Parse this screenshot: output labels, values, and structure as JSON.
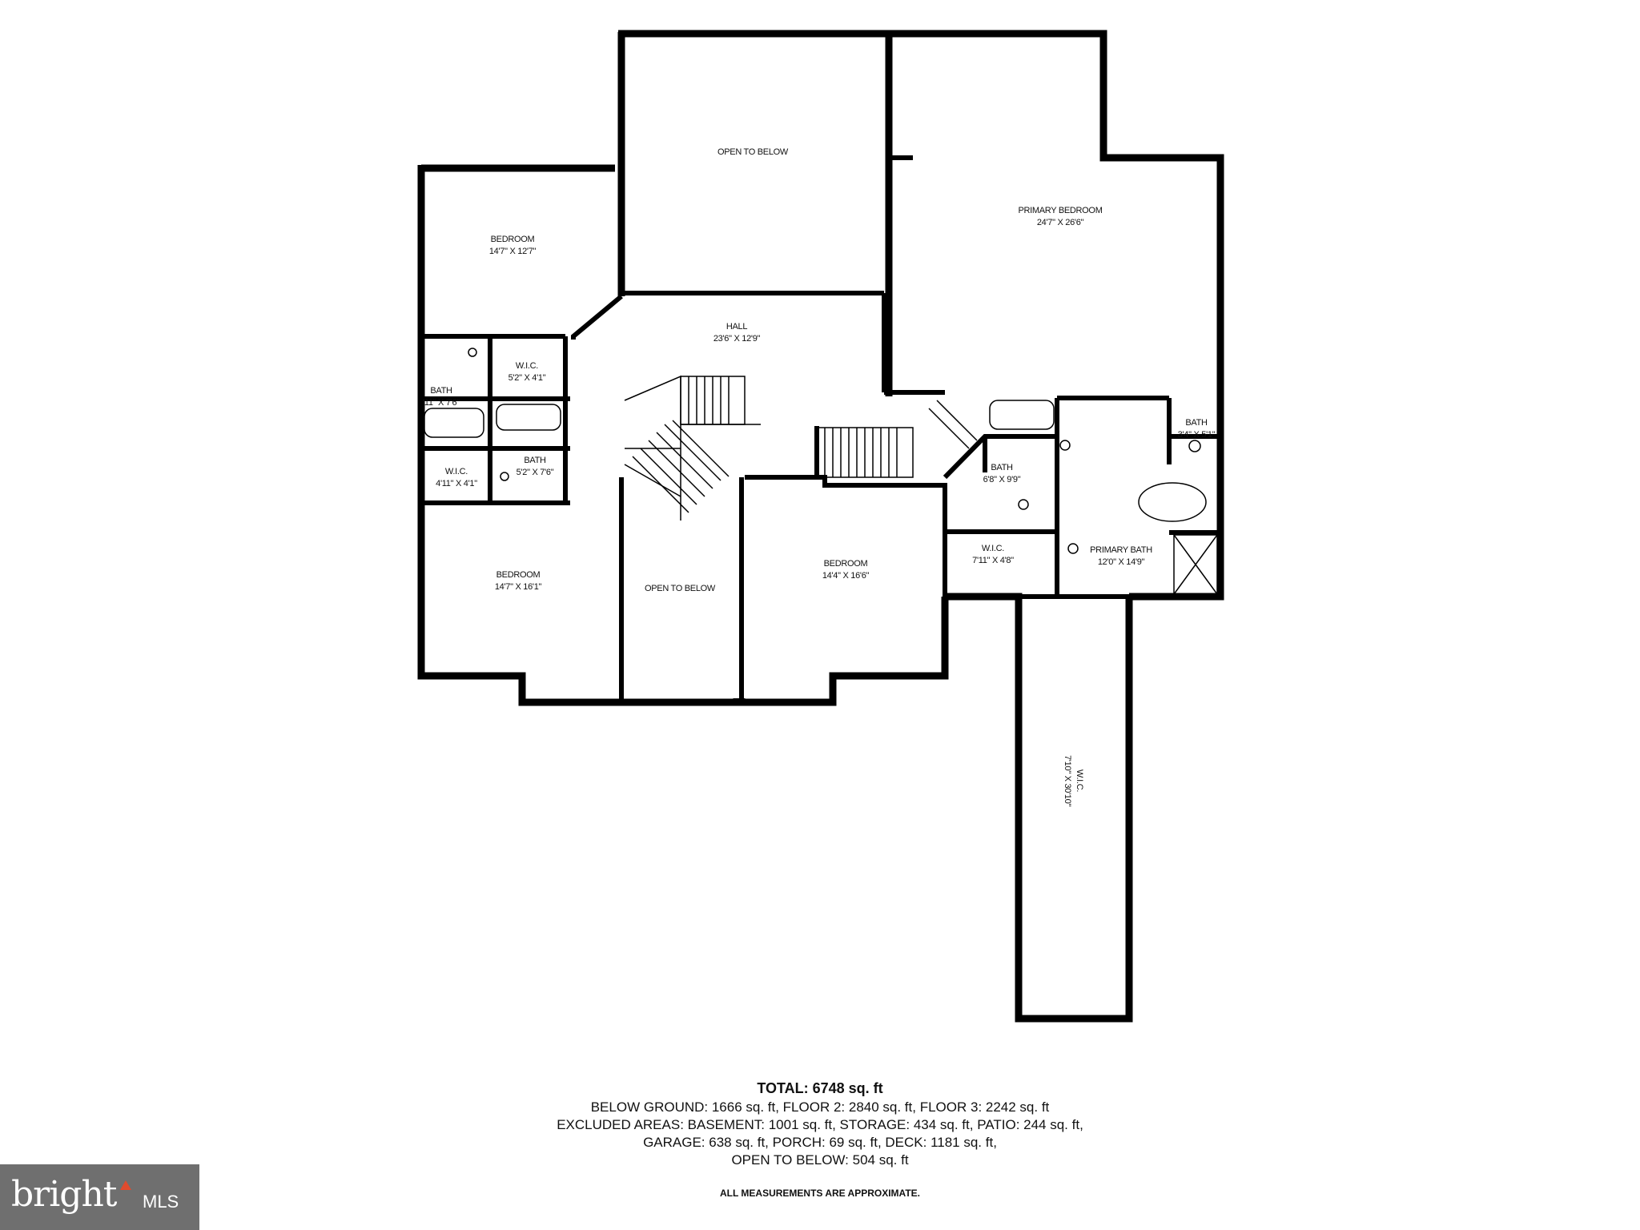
{
  "rooms": [
    {
      "id": "open-below-top",
      "name": "OPEN TO BELOW",
      "dims": ""
    },
    {
      "id": "bedroom-nw",
      "name": "BEDROOM",
      "dims": "14'7\" X 12'7\""
    },
    {
      "id": "primary-bedroom",
      "name": "PRIMARY BEDROOM",
      "dims": "24'7\" X 26'6\""
    },
    {
      "id": "hall",
      "name": "HALL",
      "dims": "23'6\" X 12'9\""
    },
    {
      "id": "wic-small-1",
      "name": "W.I.C.",
      "dims": "5'2\" X 4'1\""
    },
    {
      "id": "bath-west",
      "name": "BATH",
      "dims": "'11\" X 7'6\""
    },
    {
      "id": "wic-small-2",
      "name": "W.I.C.",
      "dims": "4'11\" X 4'1\""
    },
    {
      "id": "bath-small",
      "name": "BATH",
      "dims": "5'2\" X 7'6\""
    },
    {
      "id": "bath-primary-wc",
      "name": "BATH",
      "dims": "3'4\" X 5'1\""
    },
    {
      "id": "bath-center",
      "name": "BATH",
      "dims": "6'8\" X 9'9\""
    },
    {
      "id": "bedroom-sw",
      "name": "BEDROOM",
      "dims": "14'7\" X 16'1\""
    },
    {
      "id": "open-below-mid",
      "name": "OPEN TO BELOW",
      "dims": ""
    },
    {
      "id": "bedroom-center",
      "name": "BEDROOM",
      "dims": "14'4\" X 16'6\""
    },
    {
      "id": "wic-center",
      "name": "W.I.C.",
      "dims": "7'11\" X 4'8\""
    },
    {
      "id": "primary-bath",
      "name": "PRIMARY BATH",
      "dims": "12'0\" X 14'9\""
    },
    {
      "id": "wic-long",
      "name": "W.I.C.",
      "dims": "7'10\" X 30'10\""
    }
  ],
  "summary": {
    "total": "TOTAL: 6748 sq. ft",
    "lines": [
      "BELOW GROUND: 1666 sq. ft, FLOOR 2: 2840 sq. ft, FLOOR 3: 2242 sq. ft",
      "EXCLUDED AREAS: BASEMENT: 1001 sq. ft, STORAGE: 434 sq. ft, PATIO: 244 sq. ft,",
      "GARAGE: 638 sq. ft, PORCH: 69 sq. ft, DECK: 1181 sq. ft,",
      "OPEN TO BELOW: 504 sq. ft"
    ],
    "disclaimer": "ALL MEASUREMENTS ARE APPROXIMATE."
  },
  "logo": {
    "word": "bright",
    "suffix": "MLS"
  },
  "colors": {
    "wall": "#000000",
    "background": "#ffffff",
    "logo_bg": "#6f6f6f",
    "logo_accent": "#e04b2e"
  }
}
